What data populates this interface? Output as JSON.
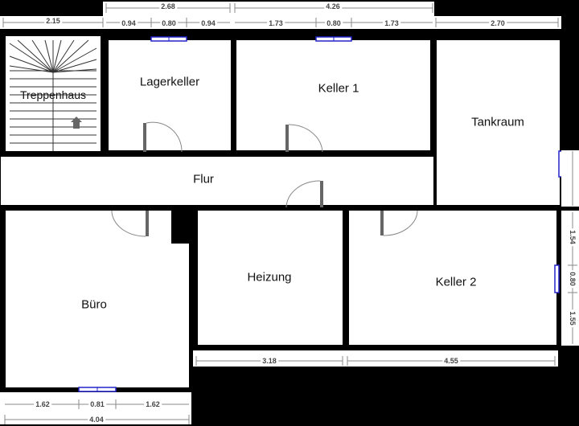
{
  "rooms": {
    "stair": "Treppenhaus",
    "storage": "Lagerkeller",
    "cellar1": "Keller 1",
    "tank": "Tankraum",
    "hall": "Flur",
    "office": "Büro",
    "heating": "Heizung",
    "cellar2": "Keller 2"
  },
  "dimensions": {
    "top_stair": "2.15",
    "top_storage_total": "2.68",
    "top_storage_left": "0.94",
    "top_storage_window": "0.80",
    "top_storage_right": "0.94",
    "top_cellar1_total": "4.26",
    "top_cellar1_left": "1.73",
    "top_cellar1_window": "0.80",
    "top_cellar1_right": "1.73",
    "top_tank": "2.70",
    "bottom_office_left": "1.62",
    "bottom_office_window": "0.81",
    "bottom_office_right": "1.62",
    "bottom_office_total": "4.04",
    "bottom_heating": "3.18",
    "bottom_cellar2": "4.55",
    "right_upper": "1.54",
    "right_window": "0.80",
    "right_lower": "1.55"
  },
  "colors": {
    "wall": "#000000",
    "floor": "#ffffff",
    "window": "#2323c8",
    "dimension_line": "#888888",
    "door_swing": "#777777"
  }
}
